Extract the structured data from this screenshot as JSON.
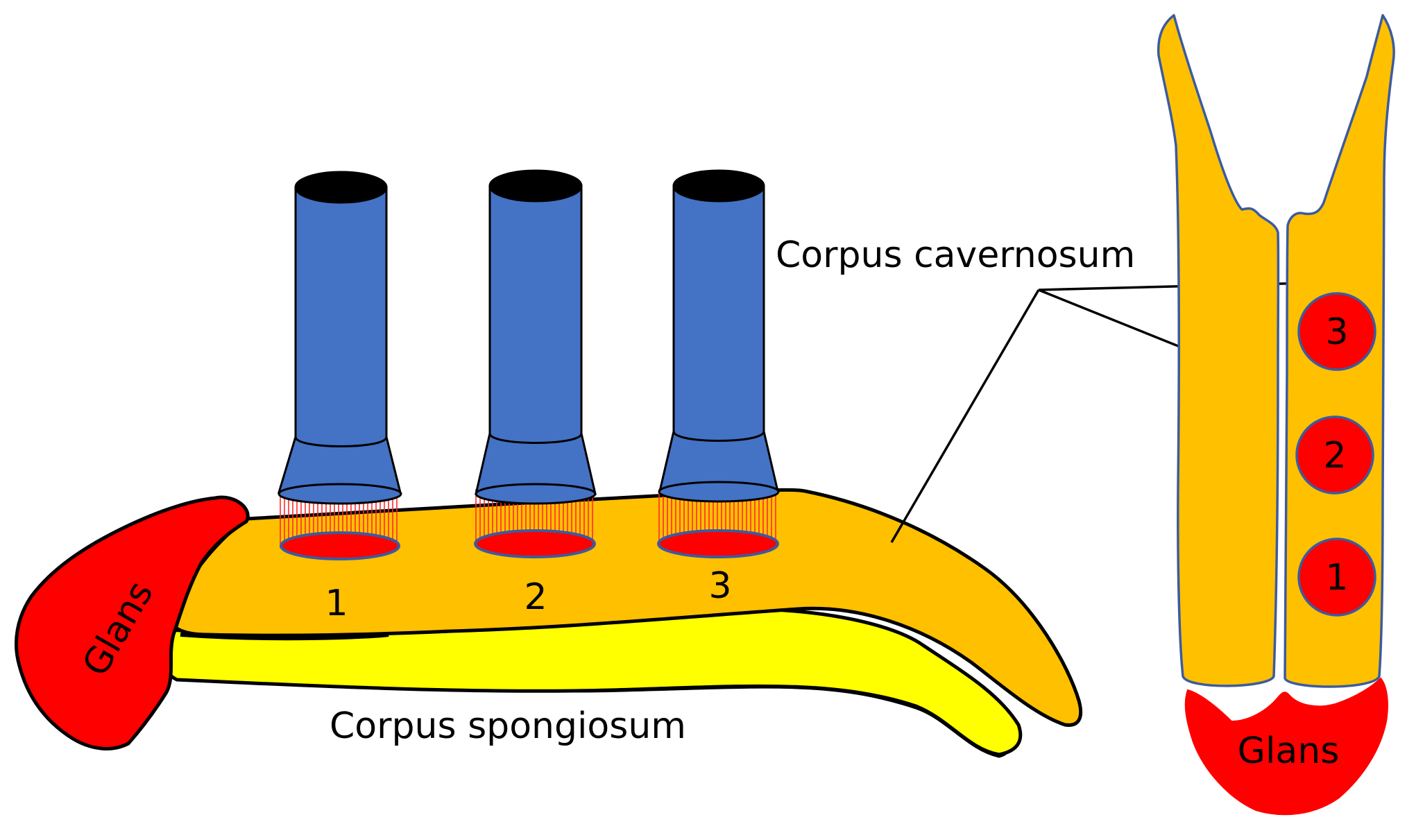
{
  "labels": {
    "corpus_cavernosum": "Corpus cavernosum",
    "corpus_spongiosum": "Corpus spongiosum",
    "glans_left": "Glans",
    "glans_right": "Glans"
  },
  "positions": {
    "side_view": [
      "1",
      "2",
      "3"
    ],
    "top_view": [
      "3",
      "2",
      "1"
    ]
  },
  "colors": {
    "cavernosum": "#FFC000",
    "spongiosum": "#FFFF00",
    "glans": "#FF0000",
    "probe": "#4472C4",
    "probe_opening": "#000000",
    "contact_spot": "#FF0000",
    "outline": "#000000"
  }
}
